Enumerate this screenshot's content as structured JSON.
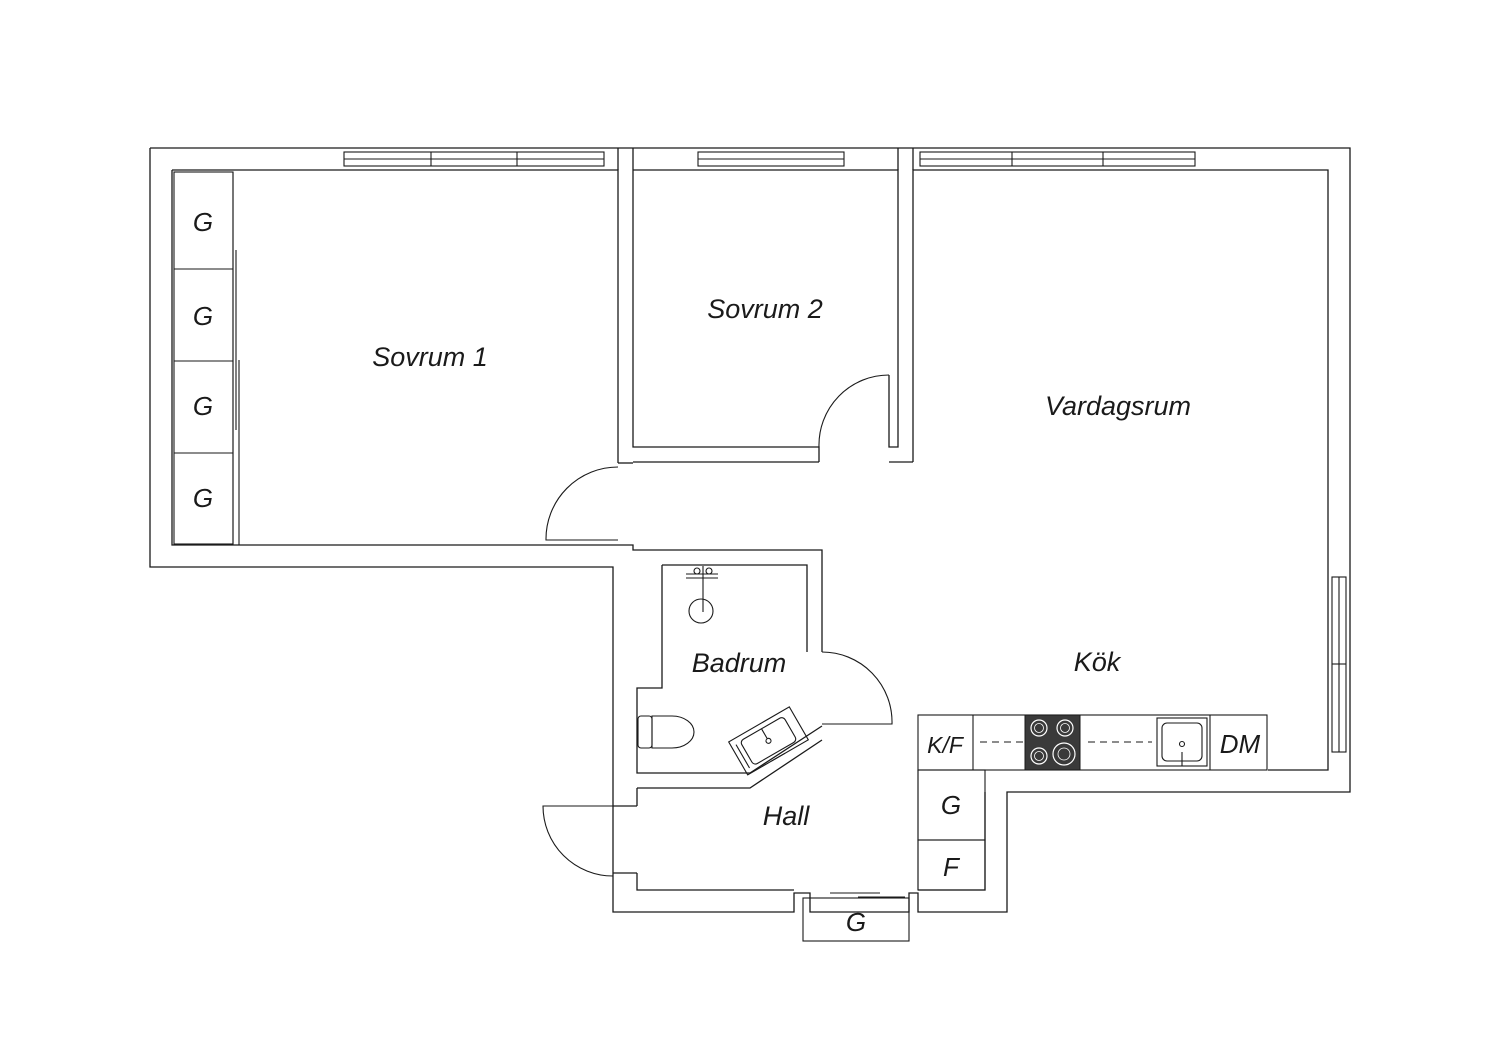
{
  "plan": {
    "rooms": {
      "sovrum1": "Sovrum 1",
      "sovrum2": "Sovrum 2",
      "vardagsrum": "Vardagsrum",
      "badrum": "Badrum",
      "kok": "Kök",
      "hall": "Hall"
    },
    "storage": {
      "wardrobe_sovrum1": [
        "G",
        "G",
        "G",
        "G"
      ],
      "fridge_freezer": "K/F",
      "dishwasher": "DM",
      "hall_wardrobe": "G",
      "freezer": "F",
      "entry_wardrobe": "G"
    },
    "colors": {
      "line": "#1a1a1a",
      "background": "#ffffff",
      "stove": "#3a3a3a"
    }
  }
}
